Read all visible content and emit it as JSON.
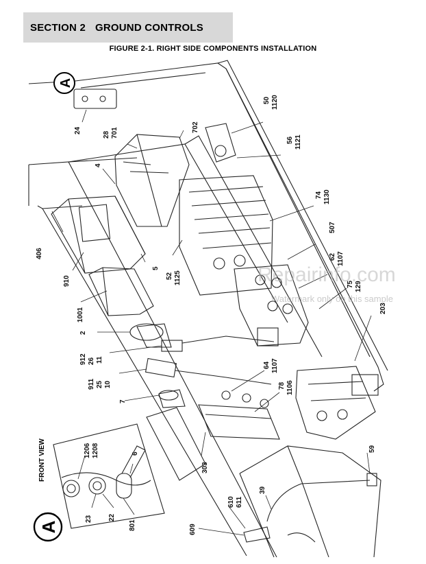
{
  "header": {
    "section_number": "SECTION 2",
    "section_title": "GROUND CONTROLS"
  },
  "figure": {
    "caption": "FIGURE 2-1. RIGHT SIDE COMPONENTS INSTALLATION"
  },
  "detail_labels": {
    "top": "A",
    "bottom": "A",
    "front_view": "FRONT VIEW"
  },
  "callouts": {
    "c24": "24",
    "c28": "28",
    "c701": "701",
    "c702": "702",
    "c4": "4",
    "c50": "50",
    "c1120": "1120",
    "c56": "56",
    "c1121": "1121",
    "c74": "74",
    "c1130": "1130",
    "c507": "507",
    "c62": "62",
    "c1107a": "1107",
    "c75": "75",
    "c129": "129",
    "c203": "203",
    "c406": "406",
    "c910": "910",
    "c5": "5",
    "c52": "52",
    "c1125": "1125",
    "c1001": "1001",
    "c2": "2",
    "c912": "912",
    "c26": "26",
    "c11": "11",
    "c911": "911",
    "c25": "25",
    "c10": "10",
    "c64": "64",
    "c1107b": "1107",
    "c78": "78",
    "c1106": "1106",
    "c7": "7",
    "c303": "303",
    "c59": "59",
    "c1206": "1206",
    "c1208": "1208",
    "c6": "6",
    "c39": "39",
    "c610": "610",
    "c611": "611",
    "c23": "23",
    "c22": "22",
    "c801": "801",
    "c609": "609"
  },
  "watermark": {
    "site": "Repairinfo.com",
    "note": "Watermark only on this sample"
  }
}
